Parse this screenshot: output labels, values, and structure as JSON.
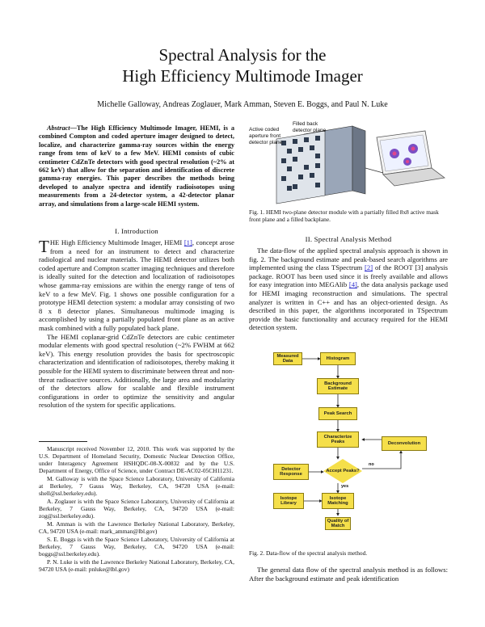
{
  "title_line1": "Spectral Analysis for the",
  "title_line2": "High Efficiency Multimode Imager",
  "authors": "Michelle Galloway, Andreas Zoglauer, Mark Amman, Steven E. Boggs, and Paul N. Luke",
  "abstract_label": "Abstract",
  "abstract_text": "—The High Efficiency Multimode Imager, HEMI, is a combined Compton and coded aperture imager designed to detect, localize, and characterize gamma-ray sources within the energy range from tens of keV to a few MeV. HEMI consists of cubic centimeter CdZnTe detectors with good spectral resolution (~2% at 662 keV) that allow for the separation and identification of discrete gamma-ray energies. This paper describes the methods being developed to analyze spectra and identify radioisotopes using measurements from a 24-detector system, a 42-detector planar array, and simulations from a large-scale HEMI system.",
  "section1_heading": "I.  Introduction",
  "intro_dropcap": "T",
  "intro_p1_a": "HE High Efficiency Multimode Imager, HEMI ",
  "intro_ref1": "[1]",
  "intro_p1_b": ", concept arose from a need for an instrument to detect and characterize radiological and nuclear materials. The HEMI detector utilizes both coded aperture and Compton scatter imaging techniques and therefore is ideally suited for the detection and localization of radioisotopes whose gamma-ray emissions are within the energy range of tens of keV to a few MeV. Fig. 1 shows one possible configuration for a prototype HEMI detection system: a modular array consisting of two 8 x 8 detector planes. Simultaneous multimode imaging is accomplished by using a partially populated front plane as an active mask combined with a fully populated back plane.",
  "intro_p2": "The HEMI coplanar-grid CdZnTe detectors are cubic centimeter modular elements with good spectral resolution (~2% FWHM at 662 keV). This energy resolution provides the basis for spectroscopic characterization and identification of radioisotopes, thereby making it possible for the HEMI system to discriminate between threat and non-threat radioactive sources. Additionally, the large area and modularity of the detectors allow for scalable and flexible instrument configurations in order to optimize the sensitivity and angular resolution of the system for specific applications.",
  "footnotes": [
    "Manuscript received November 12, 2010. This work was supported by the U.S. Department of Homeland Security, Domestic Nuclear Detection Office, under Interagency Agreement HSHQDC-08-X-00832 and by the U.S. Department of Energy, Office of Science, under Contract DE-AC02-05CH11231.",
    "M. Galloway is with the Space Science Laboratory, University of California at Berkeley, 7 Gauss Way, Berkeley, CA, 94720 USA (e-mail: shell@ssl.berkeley.edu).",
    "A. Zoglauer is with the Space Science Laboratory, University of California at Berkeley, 7 Gauss Way, Berkeley, CA, 94720 USA (e-mail: zog@ssl.berkeley.edu).",
    "M. Amman is with the Lawrence Berkeley National Laboratory, Berkeley, CA, 94720 USA (e-mail: mark_amman@lbl.gov)",
    "S. E. Boggs is with the Space Science Laboratory, University of California at Berkeley, 7 Gauss Way, Berkeley, CA, 94720 USA (e-mail: boggs@ssl.berkeley.edu).",
    "P. N. Luke is with the Lawrence Berkeley National Laboratory, Berkeley, CA, 94720 USA (e-mail: pnluke@lbl.gov)"
  ],
  "fig1": {
    "label_mask": "Active coded aperture front detector plane",
    "label_back": "Filled back detector plane",
    "caption": "Fig. 1.  HEMI two-plane detector module with a partially filled 8x8 active mask front plane and a filled backplane."
  },
  "section2_heading": "II.  Spectral Analysis Method",
  "method_p1_a": "The data-flow of the applied spectral analysis approach is shown in fig. 2. The background estimate and peak-based search algorithms are implemented using the class TSpectrum ",
  "method_ref2": "[2]",
  "method_p1_b": " of the ROOT [3] analysis package. ROOT has been used since it is freely available and allows for easy integration into MEGAlib ",
  "method_ref4": "[4]",
  "method_p1_c": ", the data analysis package used for HEMI imaging reconstruction and simulations. The spectral analyzer is written in C++ and has an object-oriented design. As described in this paper, the algorithms incorporated in TSpectrum provide the basic functionality and accuracy required for the HEMI detection system.",
  "flow": {
    "measured": "Measured Data",
    "histogram": "Histogram",
    "background": "Background Estimate",
    "peak_search": "Peak Search",
    "characterize": "Characterize Peaks",
    "deconvolution": "Deconvolution",
    "detector_response": "Detector Response",
    "accept": "Accept Peaks?",
    "no": "no",
    "yes": "yes",
    "isotope_library": "Isotope Library",
    "isotope_matching": "Isotope Matching",
    "quality": "Quality of Match",
    "caption": "Fig. 2.  Data-flow of the spectral analysis method."
  },
  "method_p2": "The general data flow of the spectral analysis method is as follows: After the background estimate and peak identification",
  "colors": {
    "flow_box": "#f5df4a",
    "link": "#2a2acc"
  }
}
